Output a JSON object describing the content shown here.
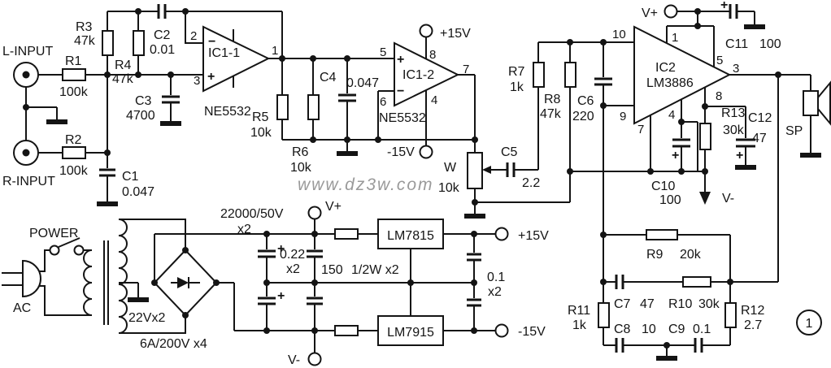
{
  "diagram": {
    "description": "LM3886 audio power amplifier with NE5532 preamp and dual 15V regulated supply",
    "badge": "1",
    "watermark": "www.dz3w.com"
  },
  "io": {
    "l_input": "L-INPUT",
    "r_input": "R-INPUT",
    "speaker": "SP",
    "ac": "AC",
    "power_switch": "POWER"
  },
  "rails": {
    "vplus": "V+",
    "vminus": "V-",
    "p15": "+15V",
    "m15": "-15V"
  },
  "signs": {
    "plus": "+",
    "minus": "−"
  },
  "components": {
    "r1": {
      "ref": "R1",
      "val": "100k"
    },
    "r2": {
      "ref": "R2",
      "val": "100k"
    },
    "r3": {
      "ref": "R3",
      "val": "47k"
    },
    "r4": {
      "ref": "R4",
      "val": "47k"
    },
    "r5": {
      "ref": "R5",
      "val": "10k"
    },
    "r6": {
      "ref": "R6",
      "val": "10k"
    },
    "r7": {
      "ref": "R7",
      "val": "1k"
    },
    "r8": {
      "ref": "R8",
      "val": "47k"
    },
    "r9": {
      "ref": "R9",
      "val": "20k"
    },
    "r10": {
      "ref": "R10",
      "val": "30k"
    },
    "r11": {
      "ref": "R11",
      "val": "1k"
    },
    "r12": {
      "ref": "R12",
      "val": "2.7"
    },
    "r13": {
      "ref": "R13",
      "val": "30k"
    },
    "c1": {
      "ref": "C1",
      "val": "0.047"
    },
    "c2": {
      "ref": "C2",
      "val": "0.01"
    },
    "c3": {
      "ref": "C3",
      "val": "4700"
    },
    "c4": {
      "ref": "C4",
      "val": "0.047"
    },
    "c5": {
      "ref": "C5",
      "val": "2.2"
    },
    "c6": {
      "ref": "C6",
      "val": "220"
    },
    "c7": {
      "ref": "C7",
      "val": "47"
    },
    "c8": {
      "ref": "C8",
      "val": "10"
    },
    "c9": {
      "ref": "C9",
      "val": "0.1"
    },
    "c10": {
      "ref": "C10",
      "val": "100"
    },
    "c11": {
      "ref": "C11",
      "val": "100"
    },
    "c12": {
      "ref": "C12",
      "val": "47"
    },
    "w": {
      "ref": "W",
      "val": "10k"
    },
    "ic1a": {
      "ref": "IC1-1",
      "part": "NE5532",
      "pins": {
        "inv": "2",
        "nin": "3",
        "out": "1"
      }
    },
    "ic1b": {
      "ref": "IC1-2",
      "part": "NE5532",
      "pins": {
        "nin": "5",
        "inv": "6",
        "vp": "8",
        "vm": "4",
        "out": "7"
      }
    },
    "ic2": {
      "ref": "IC2",
      "part": "LM3886",
      "pins": {
        "nin": "10",
        "p1": "1",
        "p5": "5",
        "out": "3",
        "p8": "8",
        "inv": "9",
        "gnd": "7",
        "p4": "4"
      }
    },
    "reg_pos": {
      "ref": "LM7815"
    },
    "reg_neg": {
      "ref": "LM7915"
    }
  },
  "psu": {
    "secondary": "22Vx2",
    "bridge": "6A/200V x4",
    "main_caps": {
      "val": "22000/50V",
      "qty": "x2"
    },
    "film_caps": {
      "val": "0.22",
      "qty": "x2"
    },
    "series_res": {
      "val": "150",
      "rating": "1/2W x2"
    },
    "out_caps": {
      "val": "0.1",
      "qty": "x2"
    }
  }
}
